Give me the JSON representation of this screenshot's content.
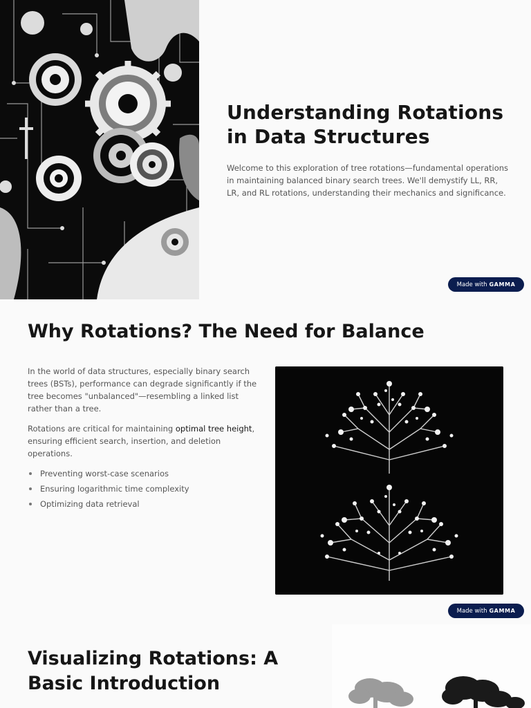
{
  "slide1": {
    "title": "Understanding Rotations in Data Structures",
    "body": "Welcome to this exploration of tree rotations—fundamental operations in maintaining balanced binary search trees. We'll demystify LL, RR, LR, and RL rotations, understanding their mechanics and significance.",
    "image_icon": "gears-circuit-illustration"
  },
  "badge": {
    "prefix": "Made with",
    "brand": "GAMMA"
  },
  "slide2": {
    "title": "Why Rotations? The Need for Balance",
    "para1": "In the world of data structures, especially binary search trees (BSTs), performance can degrade significantly if the tree becomes \"unbalanced\"—resembling a linked list rather than a tree.",
    "para2_prefix": "Rotations are critical for maintaining ",
    "para2_emphasis": "optimal tree height",
    "para2_suffix": ", ensuring efficient search, insertion, and deletion operations.",
    "bullets": [
      "Preventing worst-case scenarios",
      "Ensuring logarithmic time complexity",
      "Optimizing data retrieval"
    ],
    "image_icon": "two-node-trees-illustration"
  },
  "slide3": {
    "title": "Visualizing Rotations: A Basic Introduction",
    "image_icon": "tree-silhouettes-illustration"
  },
  "colors": {
    "badge_bg": "#0b1d4f",
    "title": "#161616",
    "body": "#555555"
  }
}
